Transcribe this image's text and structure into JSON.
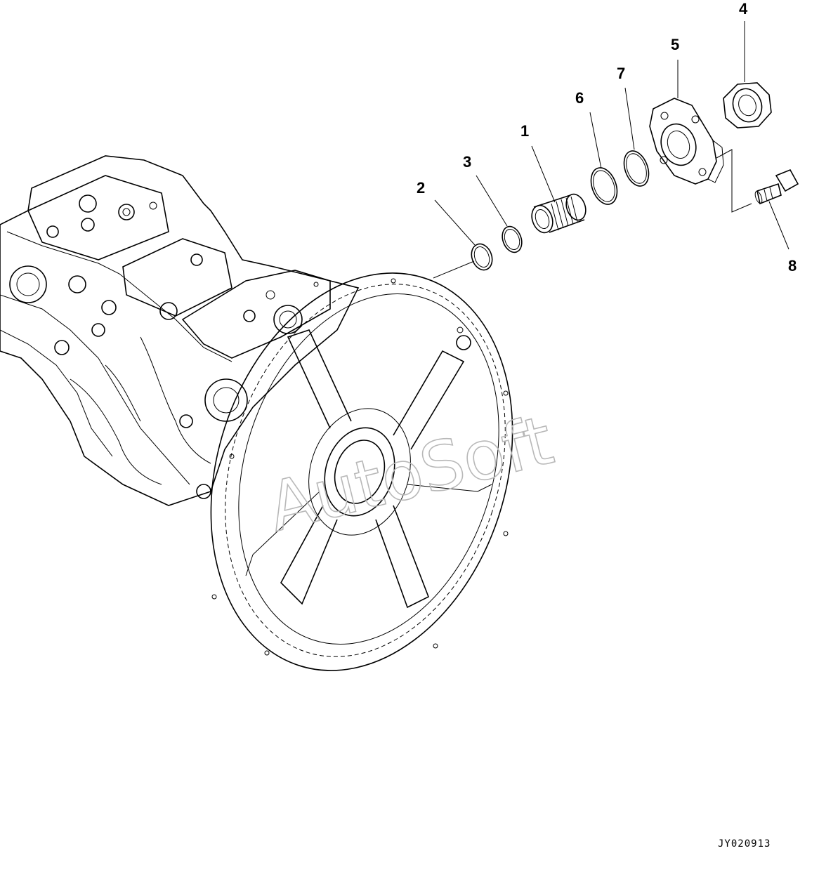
{
  "callouts": [
    {
      "id": "1",
      "text": "1"
    },
    {
      "id": "2",
      "text": "2"
    },
    {
      "id": "3",
      "text": "3"
    },
    {
      "id": "4",
      "text": "4"
    },
    {
      "id": "5",
      "text": "5"
    },
    {
      "id": "6",
      "text": "6"
    },
    {
      "id": "7",
      "text": "7"
    },
    {
      "id": "8",
      "text": "8"
    }
  ],
  "drawing_code": "JY020913",
  "watermark": "AutoSoft"
}
